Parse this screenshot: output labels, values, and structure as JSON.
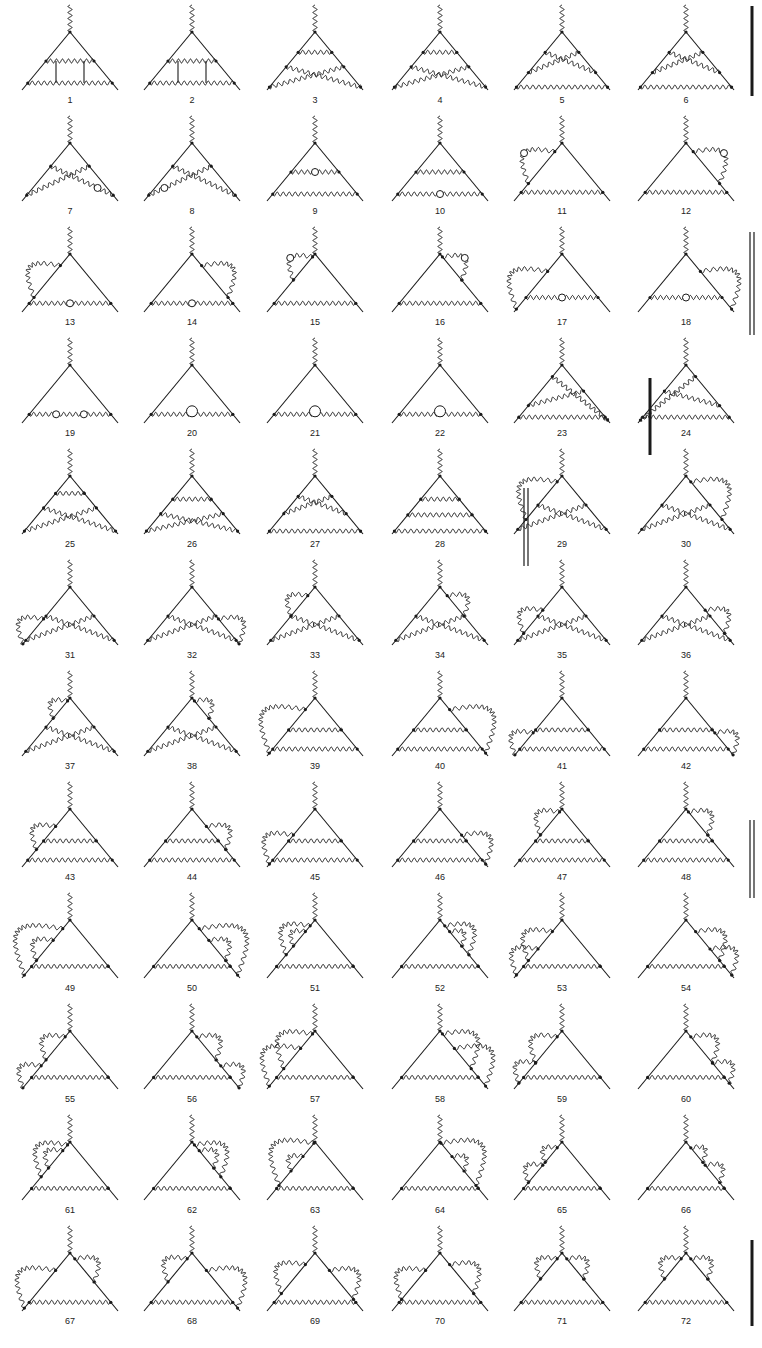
{
  "diagram": {
    "labels": [
      "1",
      "2",
      "3",
      "4",
      "5",
      "6",
      "7",
      "8",
      "9",
      "10",
      "11",
      "12",
      "13",
      "14",
      "15",
      "16",
      "17",
      "18",
      "19",
      "20",
      "21",
      "22",
      "23",
      "24",
      "25",
      "26",
      "27",
      "28",
      "29",
      "30",
      "31",
      "32",
      "33",
      "34",
      "35",
      "36",
      "37",
      "38",
      "39",
      "40",
      "41",
      "42",
      "43",
      "44",
      "45",
      "46",
      "47",
      "48",
      "49",
      "50",
      "51",
      "52",
      "53",
      "54",
      "55",
      "56",
      "57",
      "58",
      "59",
      "60",
      "61",
      "62",
      "63",
      "64",
      "65",
      "66",
      "67",
      "68",
      "69",
      "70",
      "71",
      "72"
    ]
  }
}
